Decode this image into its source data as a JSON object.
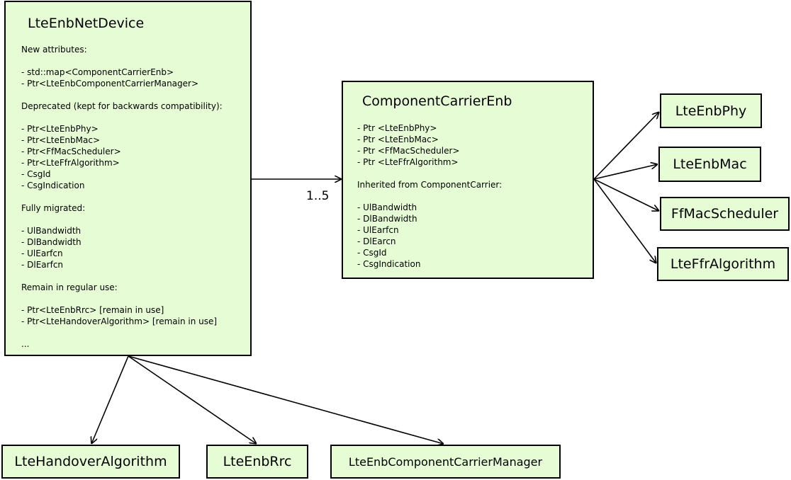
{
  "enb_net_device": {
    "title": "LteEnbNetDevice",
    "lines": [
      "New attributes:",
      "",
      "- std::map<ComponentCarrierEnb>",
      "- Ptr<LteEnbComponentCarrierManager>",
      "",
      "Deprecated (kept for backwards compatibility):",
      "",
      "- Ptr<LteEnbPhy>",
      "- Ptr<LteEnbMac>",
      "- Ptr<FfMacScheduler>",
      "- Ptr<LteFfrAlgorithm>",
      "- CsgId",
      "- CsgIndication",
      "",
      "Fully migrated:",
      "",
      "- UlBandwidth",
      "- DlBandwidth",
      "- UlEarfcn",
      "- DlEarfcn",
      "",
      "Remain in regular use:",
      "",
      "- Ptr<LteEnbRrc> [remain in use]",
      "- Ptr<LteHandoverAlgorithm> [remain in use]",
      "",
      "..."
    ]
  },
  "component_carrier_enb": {
    "title": "ComponentCarrierEnb",
    "lines": [
      "- Ptr <LteEnbPhy>",
      "- Ptr <LteEnbMac>",
      "- Ptr <FfMacScheduler>",
      "- Ptr <LteFfrAlgorithm>",
      "",
      "Inherited from ComponentCarrier:",
      "",
      "- UlBandwidth",
      "- DlBandwidth",
      "- UlEarfcn",
      "- DlEarcn",
      "- CsgId",
      "- CsgIndication"
    ]
  },
  "multiplicity": "1..5",
  "right_boxes": {
    "phy": "LteEnbPhy",
    "mac": "LteEnbMac",
    "scheduler": "FfMacScheduler",
    "ffr": "LteFfrAlgorithm"
  },
  "bottom_boxes": {
    "handover": "LteHandoverAlgorithm",
    "rrc": "LteEnbRrc",
    "cc_manager": "LteEnbComponentCarrierManager"
  },
  "colors": {
    "box_fill": "#e6fcd4",
    "stroke": "#000000"
  }
}
